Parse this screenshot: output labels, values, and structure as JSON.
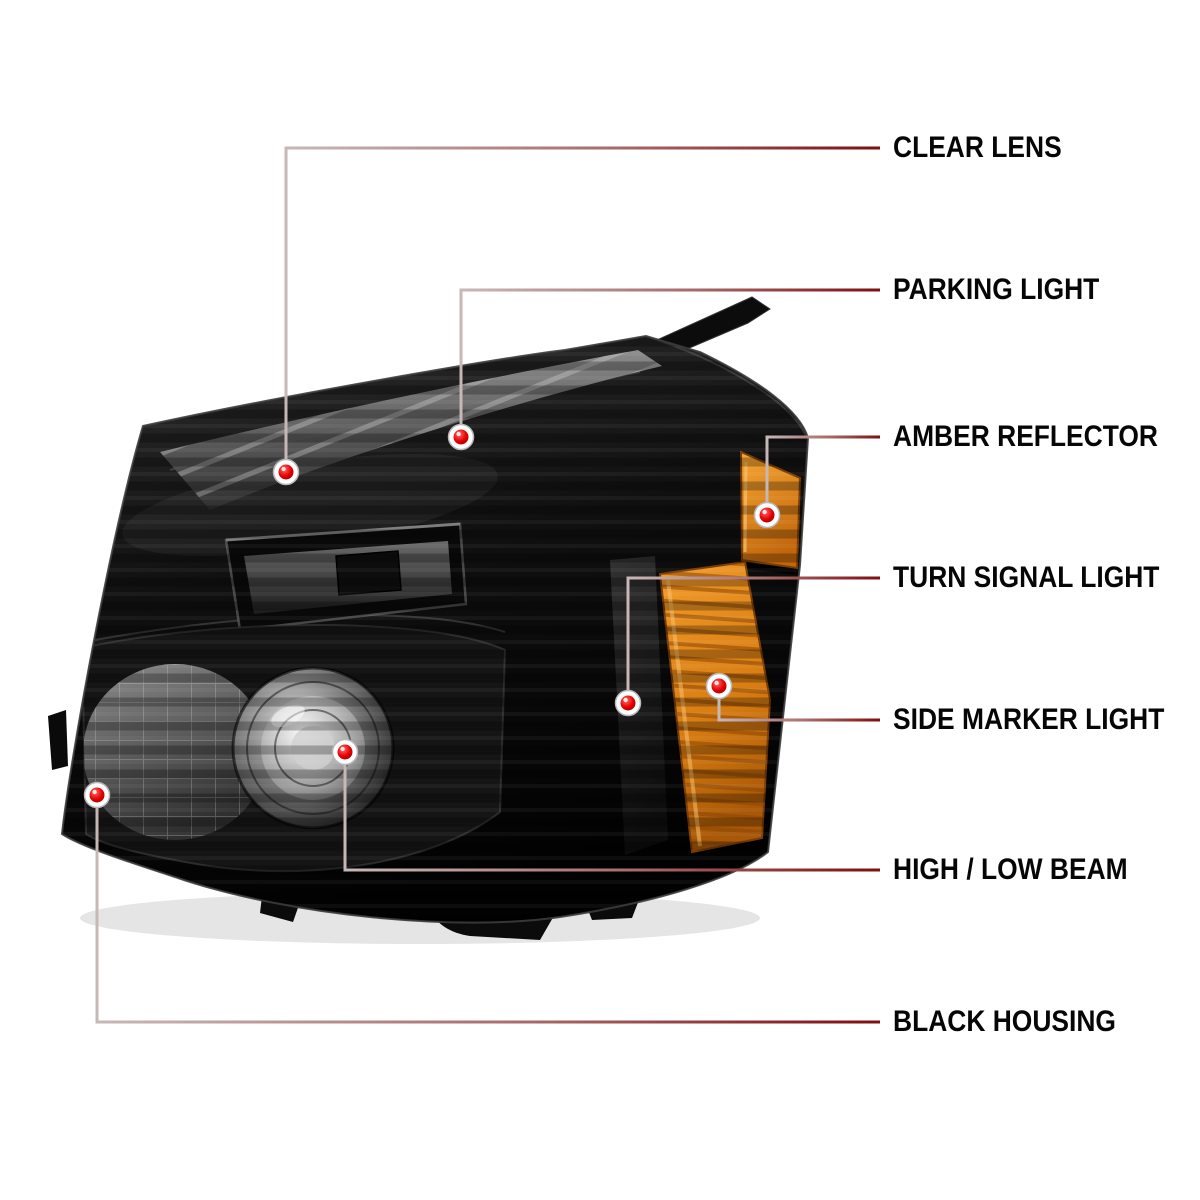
{
  "colors": {
    "background": "#ffffff",
    "callout_line_red": "#7d1010",
    "callout_line_fade": "#c7b8b8",
    "callout_dot_red": "#e60000",
    "label_text": "#060606",
    "amber_reflector": "#e8861f",
    "housing_black": "#0d0d0d"
  },
  "callouts": [
    {
      "id": "clear-lens",
      "label": "CLEAR LENS"
    },
    {
      "id": "parking-light",
      "label": "PARKING LIGHT"
    },
    {
      "id": "amber-reflector",
      "label": "AMBER REFLECTOR"
    },
    {
      "id": "turn-signal-light",
      "label": "TURN SIGNAL LIGHT"
    },
    {
      "id": "side-marker-light",
      "label": "SIDE MARKER LIGHT"
    },
    {
      "id": "high-low-beam",
      "label": "HIGH / LOW BEAM"
    },
    {
      "id": "black-housing",
      "label": "BLACK HOUSING"
    }
  ]
}
